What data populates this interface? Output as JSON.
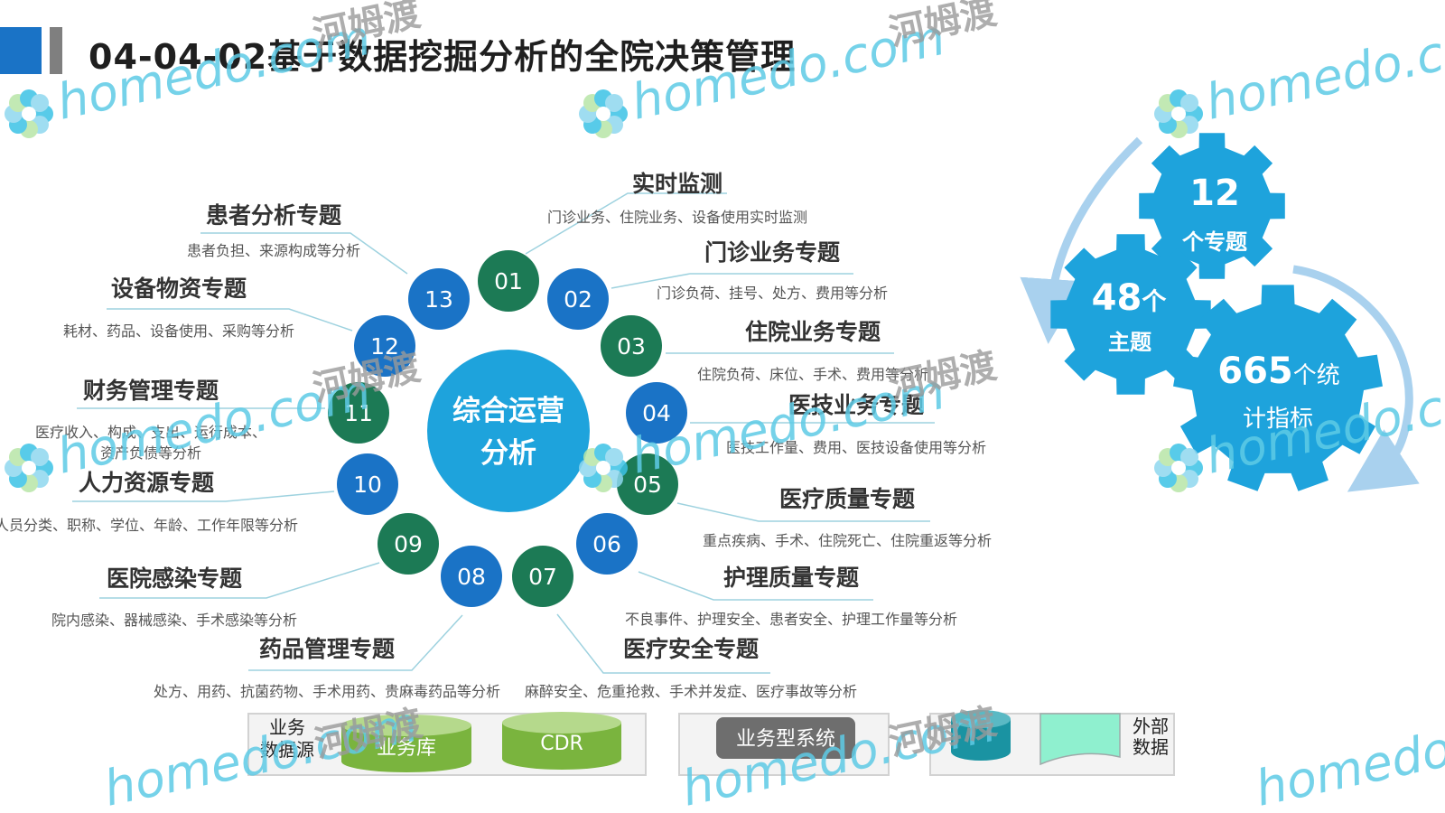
{
  "title": "04-04-02基于数据挖掘分析的全院决策管理",
  "center_label": {
    "line1": "综合运营",
    "line2": "分析"
  },
  "nodes": [
    {
      "num": "01",
      "title": "实时监测",
      "desc": [
        "门诊业务、住院业务、设备使用实时监测"
      ]
    },
    {
      "num": "02",
      "title": "门诊业务专题",
      "desc": [
        "门诊负荷、挂号、处方、费用等分析"
      ]
    },
    {
      "num": "03",
      "title": "住院业务专题",
      "desc": [
        "住院负荷、床位、手术、费用等分析"
      ]
    },
    {
      "num": "04",
      "title": "医技业务专题",
      "desc": [
        "医技工作量、费用、医技设备使用等分析"
      ]
    },
    {
      "num": "05",
      "title": "医疗质量专题",
      "desc": [
        "重点疾病、手术、住院死亡、住院重返等分析"
      ]
    },
    {
      "num": "06",
      "title": "护理质量专题",
      "desc": [
        "不良事件、护理安全、患者安全、护理工作量等分析"
      ]
    },
    {
      "num": "07",
      "title": "医疗安全专题",
      "desc": [
        "麻醉安全、危重抢救、手术并发症、医疗事故等分析"
      ]
    },
    {
      "num": "08",
      "title": "药品管理专题",
      "desc": [
        "处方、用药、抗菌药物、手术用药、贵麻毒药品等分析"
      ]
    },
    {
      "num": "09",
      "title": "医院感染专题",
      "desc": [
        "院内感染、器械感染、手术感染等分析"
      ]
    },
    {
      "num": "10",
      "title": "人力资源专题",
      "desc": [
        "人员分类、职称、学位、年龄、工作年限等分析"
      ]
    },
    {
      "num": "11",
      "title": "财务管理专题",
      "desc": [
        "医疗收入、构成、支出、运行成本、",
        "资产负债等分析"
      ]
    },
    {
      "num": "12",
      "title": "设备物资专题",
      "desc": [
        "耗材、药品、设备使用、采购等分析"
      ]
    },
    {
      "num": "13",
      "title": "患者分析专题",
      "desc": [
        "患者负担、来源构成等分析"
      ]
    }
  ],
  "gears": {
    "top": {
      "big": "12",
      "small": "个专题"
    },
    "left": {
      "big": "48",
      "big_suffix": "个",
      "small": "主题"
    },
    "right": {
      "big": "665",
      "big_suffix": "个统",
      "small": "计指标"
    }
  },
  "sources": {
    "business_label": [
      "业务",
      "数据源"
    ],
    "business_db": "业务库",
    "cdr": "CDR",
    "business_system": "业务型系统",
    "external_label": [
      "外部",
      "数据"
    ]
  },
  "watermark": {
    "text": "homedo.com",
    "cn": "河姆渡"
  },
  "colors": {
    "blue": "#1a73c6",
    "green": "#1c7a55",
    "center": "#1ea3dc",
    "gear": "#1ea3dc",
    "cylinder_green": "#7ab43e",
    "teal": "#1a93a2",
    "mint": "#8ff0cf",
    "gray_button": "#6e6e6e"
  }
}
